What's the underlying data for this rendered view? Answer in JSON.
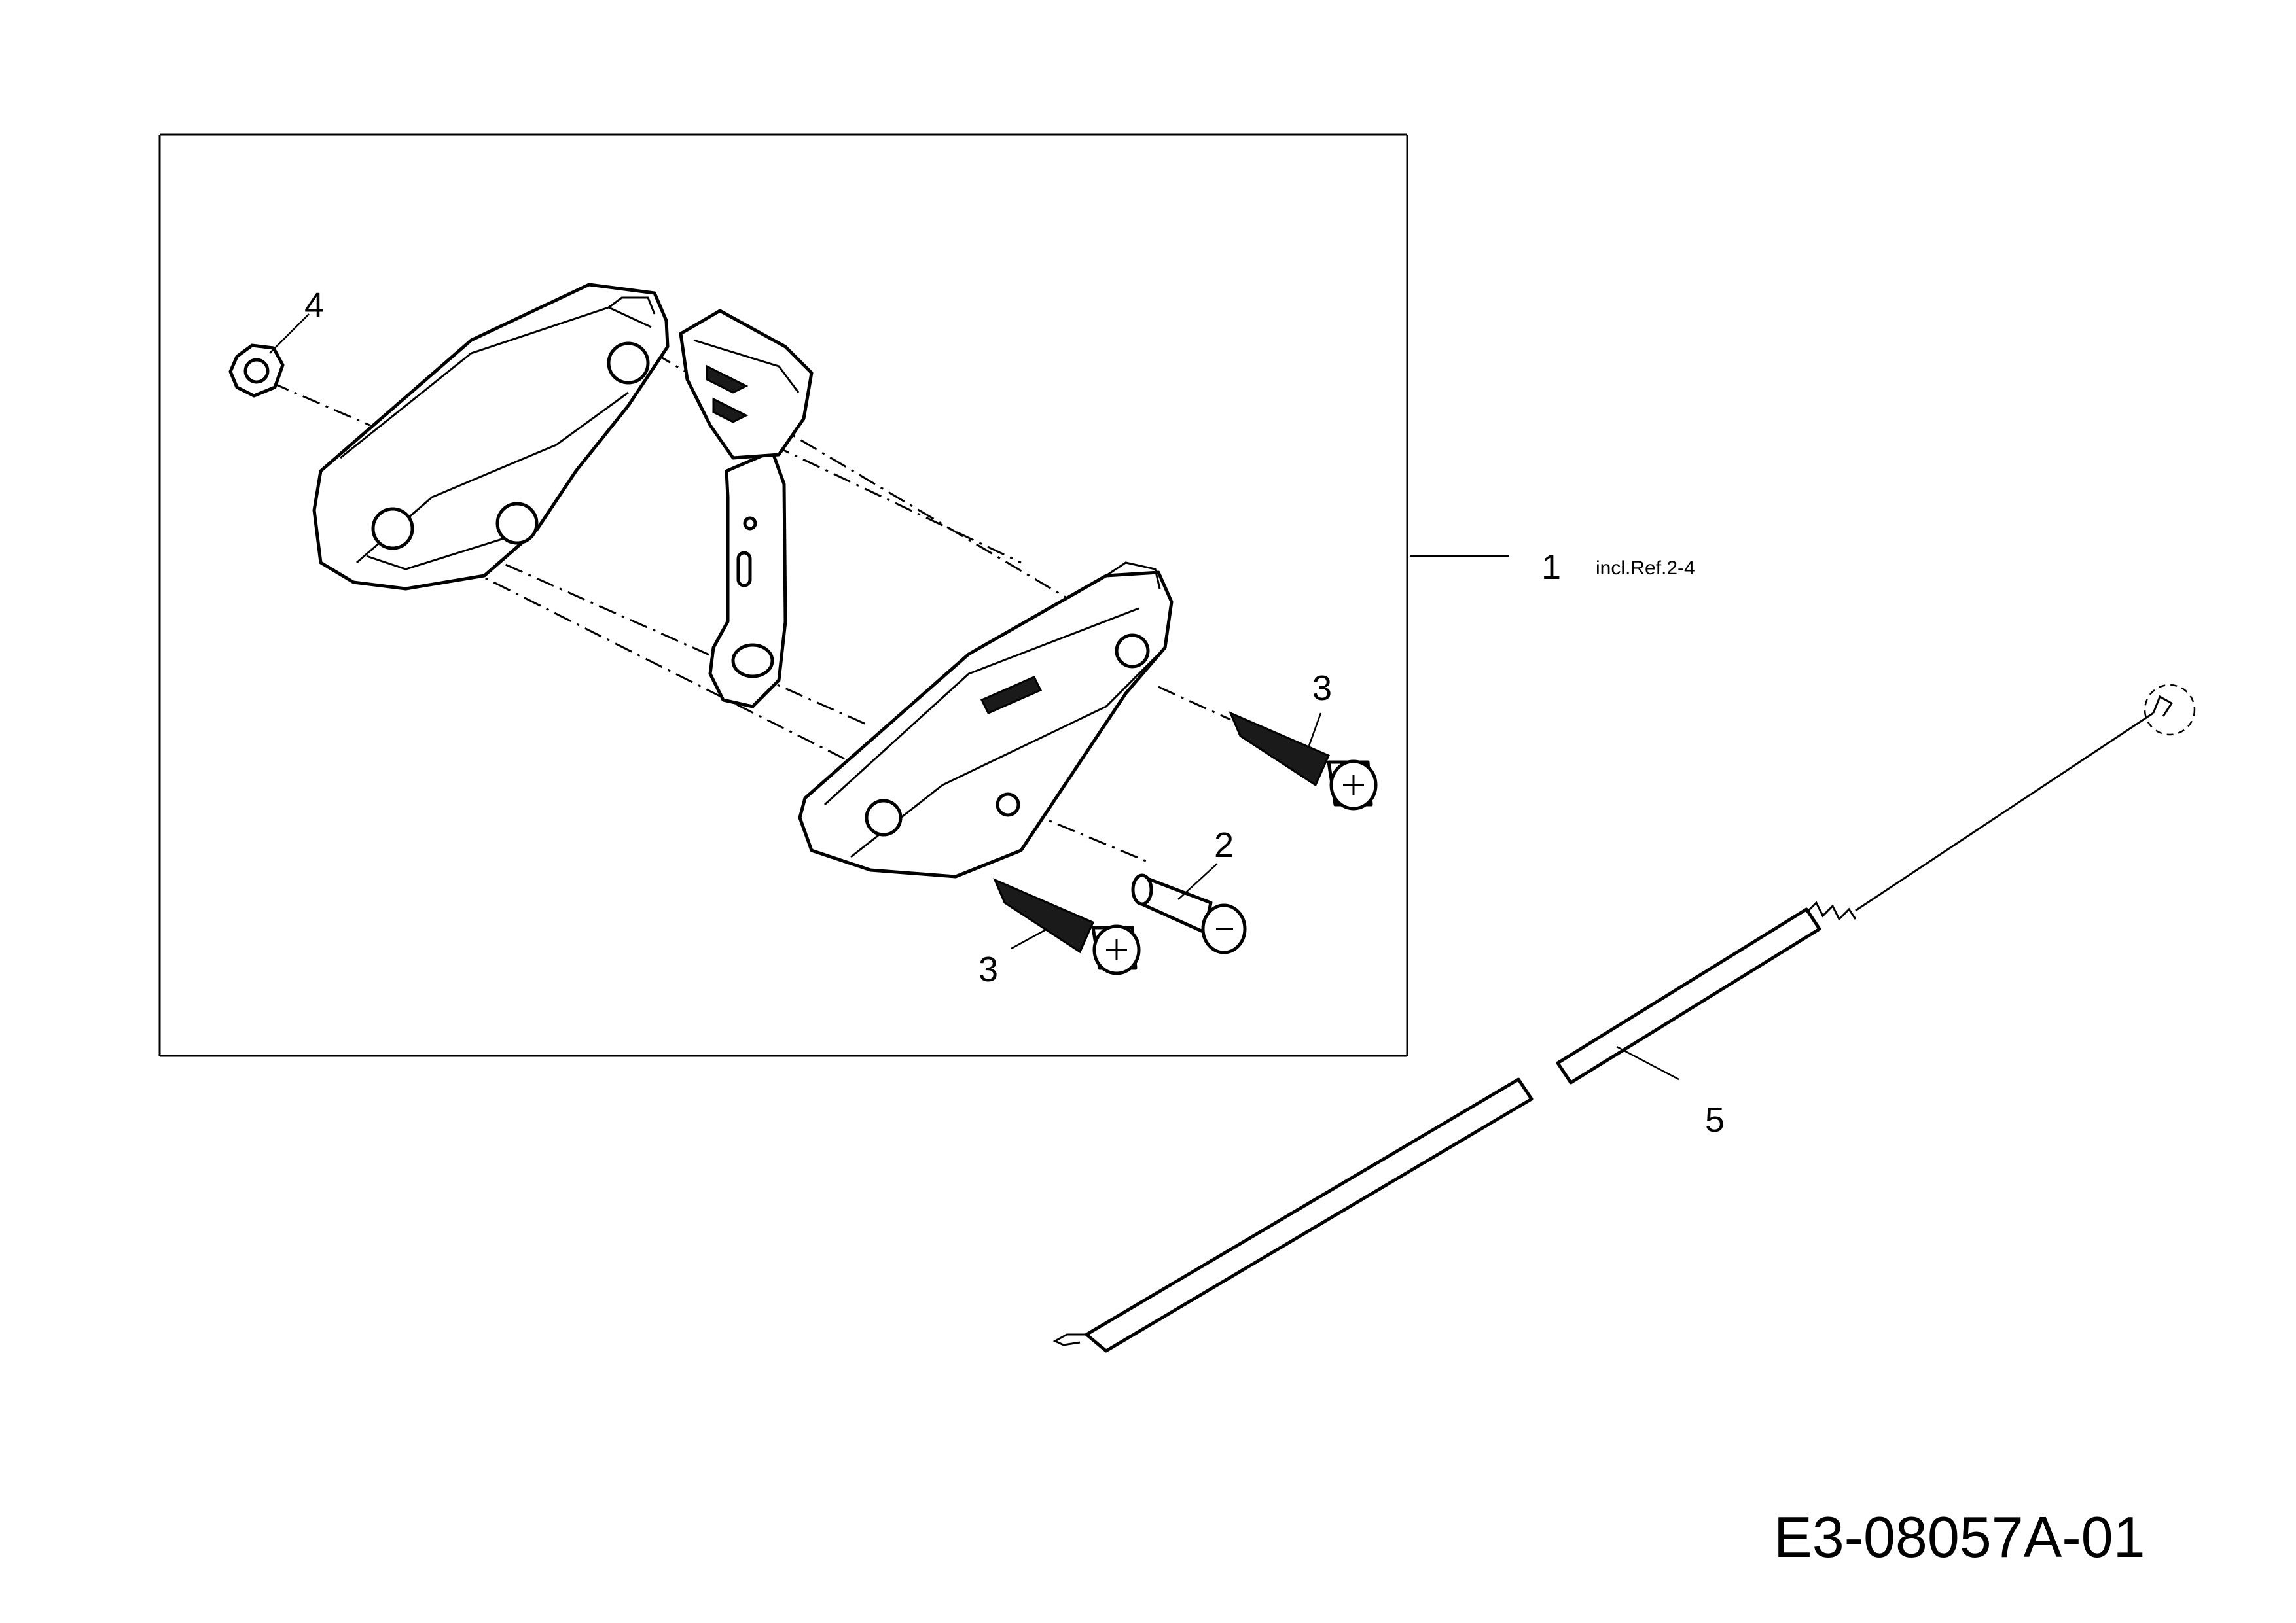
{
  "callouts": {
    "ref1": "1",
    "ref1_note": "incl.Ref.2-4",
    "ref2": "2",
    "ref3_upper": "3",
    "ref3_lower": "3",
    "ref4": "4",
    "ref5": "5"
  },
  "drawing_code": "E3-08057A-01"
}
